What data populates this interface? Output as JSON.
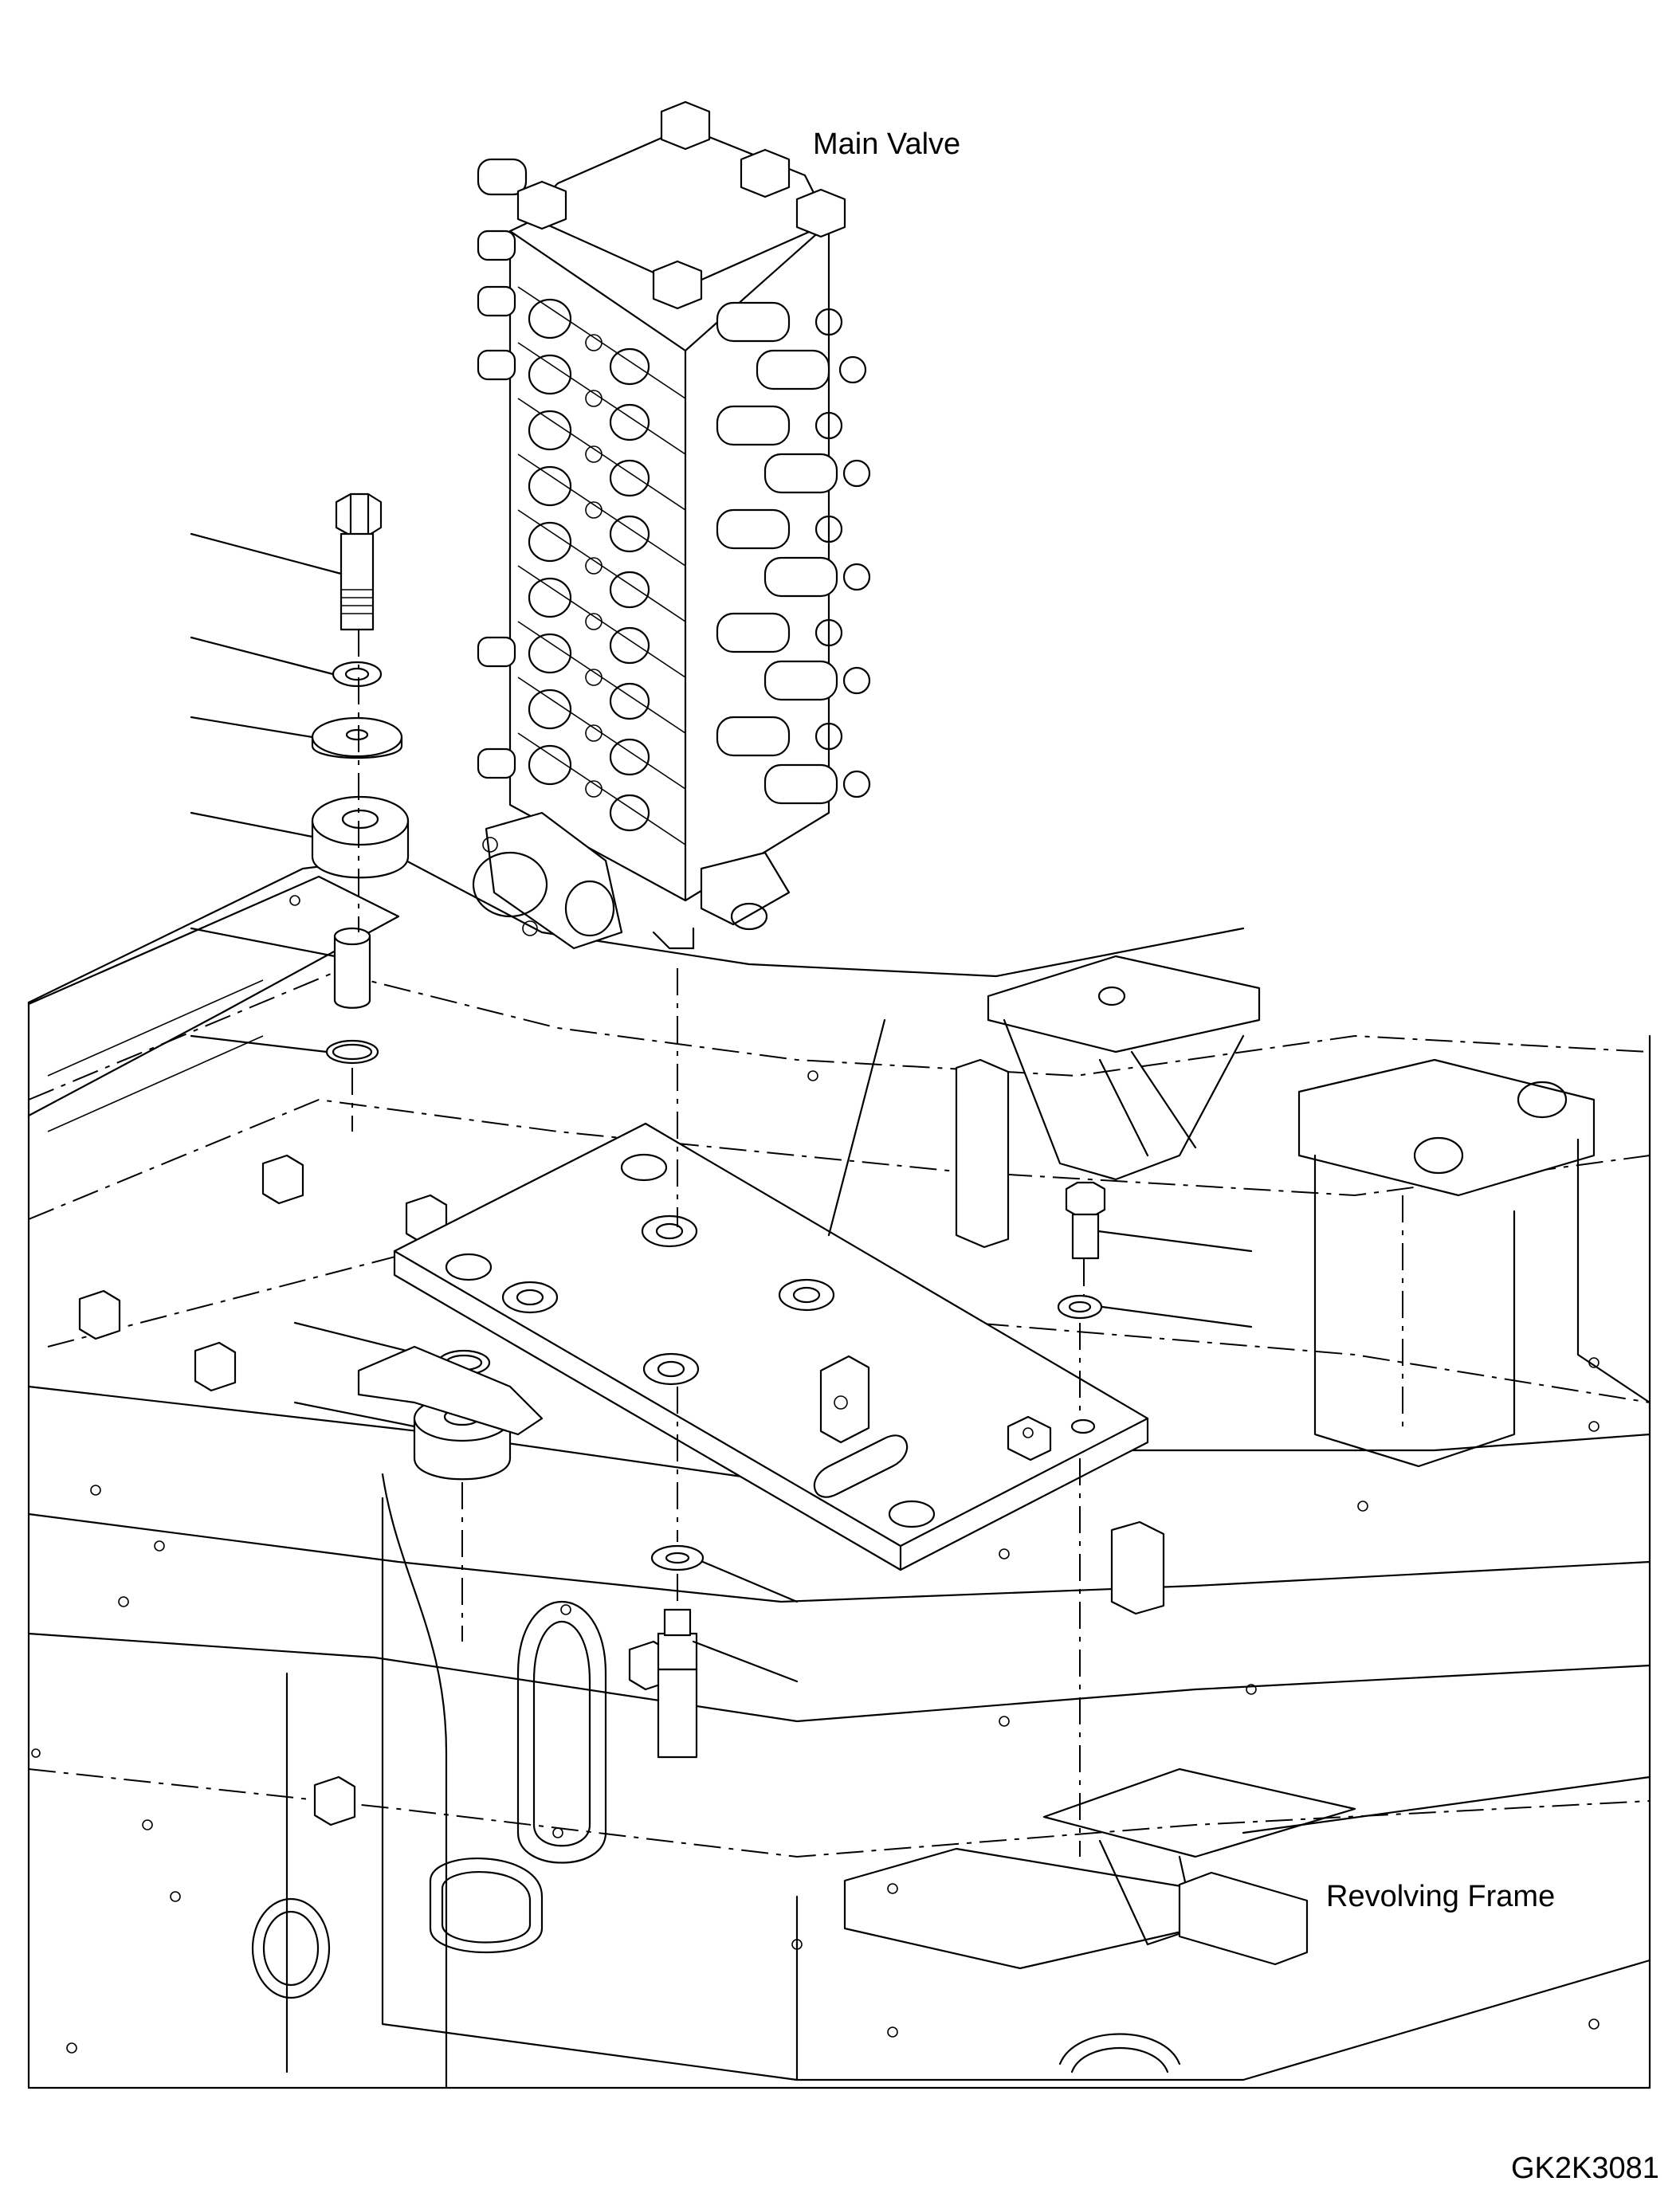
{
  "labels": {
    "main_valve": "Main Valve",
    "revolving_frame": "Revolving Frame",
    "figure_id": "GK2K3081"
  }
}
